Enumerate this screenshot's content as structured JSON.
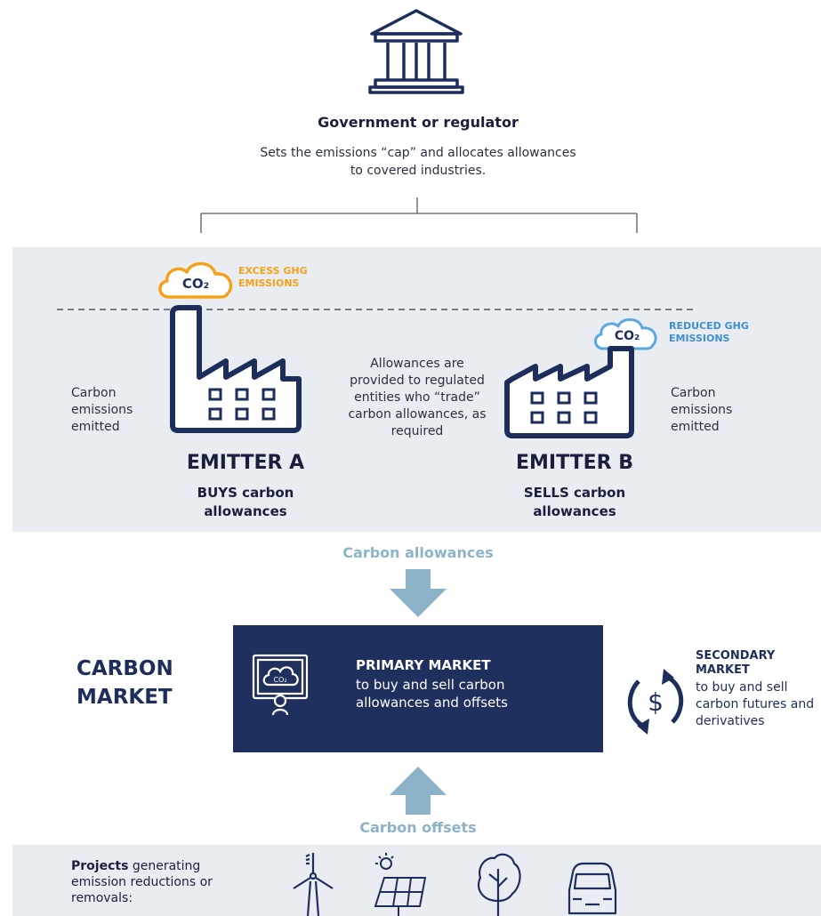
{
  "regulator": {
    "title": "Government or regulator",
    "description": "Sets the emissions “cap” and allocates allowances to covered industries."
  },
  "emitter_a": {
    "tag_co2": "CO₂",
    "tag_label": "EXCESS GHG EMISSIONS",
    "side_text": "Carbon emissions emitted",
    "name": "EMITTER A",
    "action": "BUYS carbon allowances"
  },
  "emitter_b": {
    "tag_co2": "CO₂",
    "tag_label": "REDUCED GHG EMISSIONS",
    "side_text": "Carbon emissions emitted",
    "name": "EMITTER B",
    "action": "SELLS carbon allowances"
  },
  "middle_text": "Allowances are provided to regulated entities who “trade” carbon allowances, as required",
  "flow": {
    "allowances_label": "Carbon allowances",
    "offsets_label": "Carbon offsets"
  },
  "carbon_market": {
    "label": "CARBON MARKET",
    "primary_title": "PRIMARY MARKET",
    "primary_desc": "to buy and sell carbon allowances and offsets",
    "primary_icon_text": "CO₂",
    "secondary_title": "SECONDARY MARKET",
    "secondary_desc": "to buy and sell carbon futures and derivatives"
  },
  "projects": {
    "bold": "Projects",
    "rest": " generating emission reductions or removals:"
  },
  "colors": {
    "navy": "#1d2e5c",
    "orange": "#f5a21b",
    "blue": "#3f8fd0",
    "teal": "#8db3c9",
    "band": "#e9edf2"
  },
  "icons": [
    "government-building-icon",
    "cloud-co2-icon",
    "factory-icon",
    "dollar-cycle-icon",
    "certificate-icon",
    "wind-turbine-icon",
    "solar-panel-icon",
    "tree-icon",
    "vehicle-icon"
  ]
}
